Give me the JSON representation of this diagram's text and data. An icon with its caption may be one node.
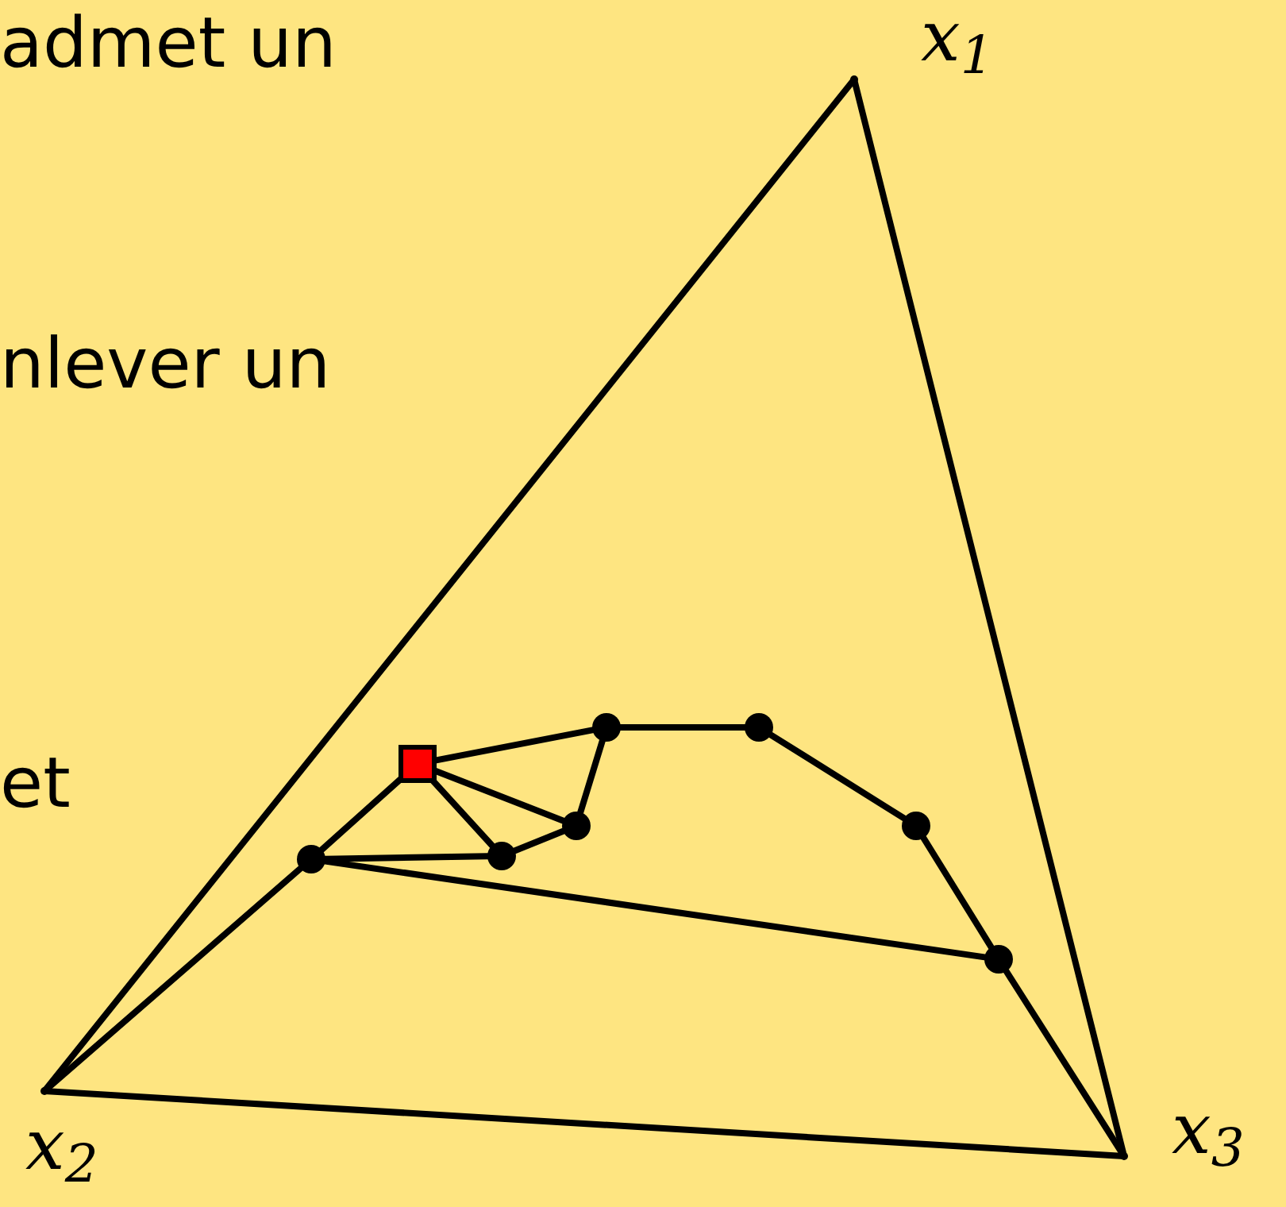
{
  "diagram": {
    "nodes": [
      {
        "text": [],
        "shape": "point",
        "beside": [
          "x$_{1}$"
        ]
      },
      {
        "text": [],
        "shape": "point",
        "beside": [
          "x$_{2}$"
        ]
      },
      {
        "text": [],
        "shape": "point",
        "beside": [
          "x$_{3}$"
        ]
      },
      {
        "text": [],
        "shape": "box"
      },
      {
        "text": [],
        "shape": "circle"
      },
      {
        "text": [],
        "shape": "circle"
      },
      {
        "text": [],
        "shape": "circle"
      },
      {
        "text": [],
        "shape": "circle"
      },
      {
        "text": [],
        "shape": "circle"
      },
      {
        "text": [],
        "shape": "circle"
      },
      {
        "text": [],
        "shape": "circle"
      }
    ],
    "edges": [
      {
        "from": 0,
        "to": 1,
        "arrow": "none"
      },
      {
        "from": 1,
        "to": 2,
        "arrow": "none"
      },
      {
        "from": 2,
        "to": 0,
        "arrow": "none"
      },
      {
        "from": 1,
        "to": 4,
        "arrow": "none"
      },
      {
        "from": 4,
        "to": 3,
        "arrow": "none"
      },
      {
        "from": 3,
        "to": 7,
        "arrow": "none"
      },
      {
        "from": 7,
        "to": 8,
        "arrow": "none"
      },
      {
        "from": 8,
        "to": 9,
        "arrow": "none"
      },
      {
        "from": 9,
        "to": 10,
        "arrow": "none"
      },
      {
        "from": 10,
        "to": 2,
        "arrow": "none"
      },
      {
        "from": 4,
        "to": 5,
        "arrow": "none"
      },
      {
        "from": 4,
        "to": 10,
        "arrow": "none"
      },
      {
        "from": 3,
        "to": 5,
        "arrow": "none"
      },
      {
        "from": 5,
        "to": 6,
        "arrow": "none"
      },
      {
        "from": 6,
        "to": 7,
        "arrow": "none"
      },
      {
        "from": 6,
        "to": 3,
        "arrow": "to"
      }
    ],
    "labels": [
      "admet un",
      "nlever un",
      "et"
    ]
  }
}
